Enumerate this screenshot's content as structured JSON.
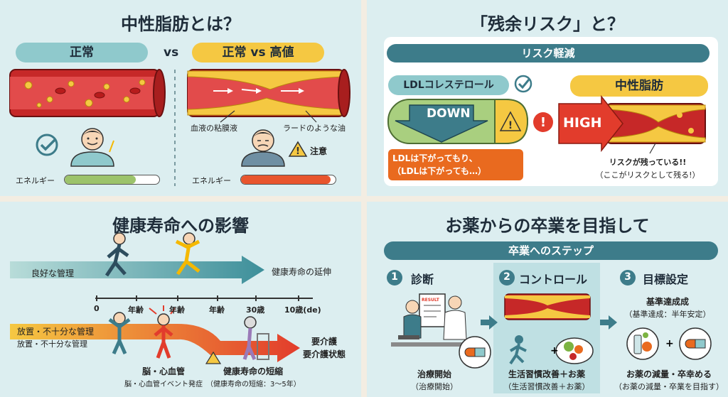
{
  "panel1": {
    "title": "中性脂肪とは？",
    "normal_label": "正常",
    "vs_label": "vs",
    "high_label": "正常 vs 高値",
    "left_energy_label": "エネルギー",
    "right_energy_label": "エネルギー",
    "annot_blood": "血液の粘膜液",
    "annot_lard": "ラードのような油",
    "caution_label": "注意",
    "energy_levels": {
      "normal": 0.75,
      "high": 0.95
    },
    "colors": {
      "green": "#9cc36b",
      "red": "#e8552d",
      "yellow": "#f5c842",
      "teal": "#8fc9cc"
    }
  },
  "panel2": {
    "title": "「残余リスク」と？",
    "header": "リスク軽減",
    "ldl_label": "LDLコレステロール",
    "down_label": "DOWN",
    "tg_label": "中性脂肪",
    "high_label": "HIGH",
    "note_line1": "LDLは下がってもり、",
    "note_line2": "（LDLは下がっても…）",
    "risk_line1": "リスクが残っている!!",
    "risk_line2": "（ここがリスクとして残る!）",
    "colors": {
      "teal": "#3d7c8a",
      "orange": "#e96a1f",
      "green": "#a9cf7f",
      "red": "#e23c2c"
    }
  },
  "panel3": {
    "title": "健康寿命への影響",
    "good_label": "良好な管理",
    "good_result": "健康寿命の延伸",
    "axis_ticks": [
      "0",
      "年齢",
      "年齢",
      "年齢",
      "30歳",
      "10歳(de)"
    ],
    "bad_label1": "放置・不十分な管理",
    "bad_label2": "放置・不十分な管理",
    "bad_result1": "要介護",
    "bad_result2": "要介護状態",
    "event_label1": "脳・心血管",
    "event_label2": "脳・心血管イベント発症",
    "shorten_label1": "健康寿命の短縮",
    "shorten_label2": "（健康寿命の短縮：3〜5年）"
  },
  "panel4": {
    "title": "お薬からの卒業を目指して",
    "header": "卒業へのステップ",
    "steps": [
      {
        "num": "1",
        "title": "診断",
        "caption1": "治療開始",
        "caption2": "（治療開始）"
      },
      {
        "num": "2",
        "title": "コントロール",
        "caption1": "生活習慣改善＋お薬",
        "caption2": "（生活習慣改善＋お薬）"
      },
      {
        "num": "3",
        "title": "目標設定",
        "caption1": "お薬の減量・卒幸める",
        "caption2": "（お薬の減量・卒業を目指す）"
      }
    ],
    "goal_line1": "基準達成成",
    "goal_line2": "（基準達成：半年安定）",
    "result_sheet": "RESULT",
    "plus": "+"
  }
}
